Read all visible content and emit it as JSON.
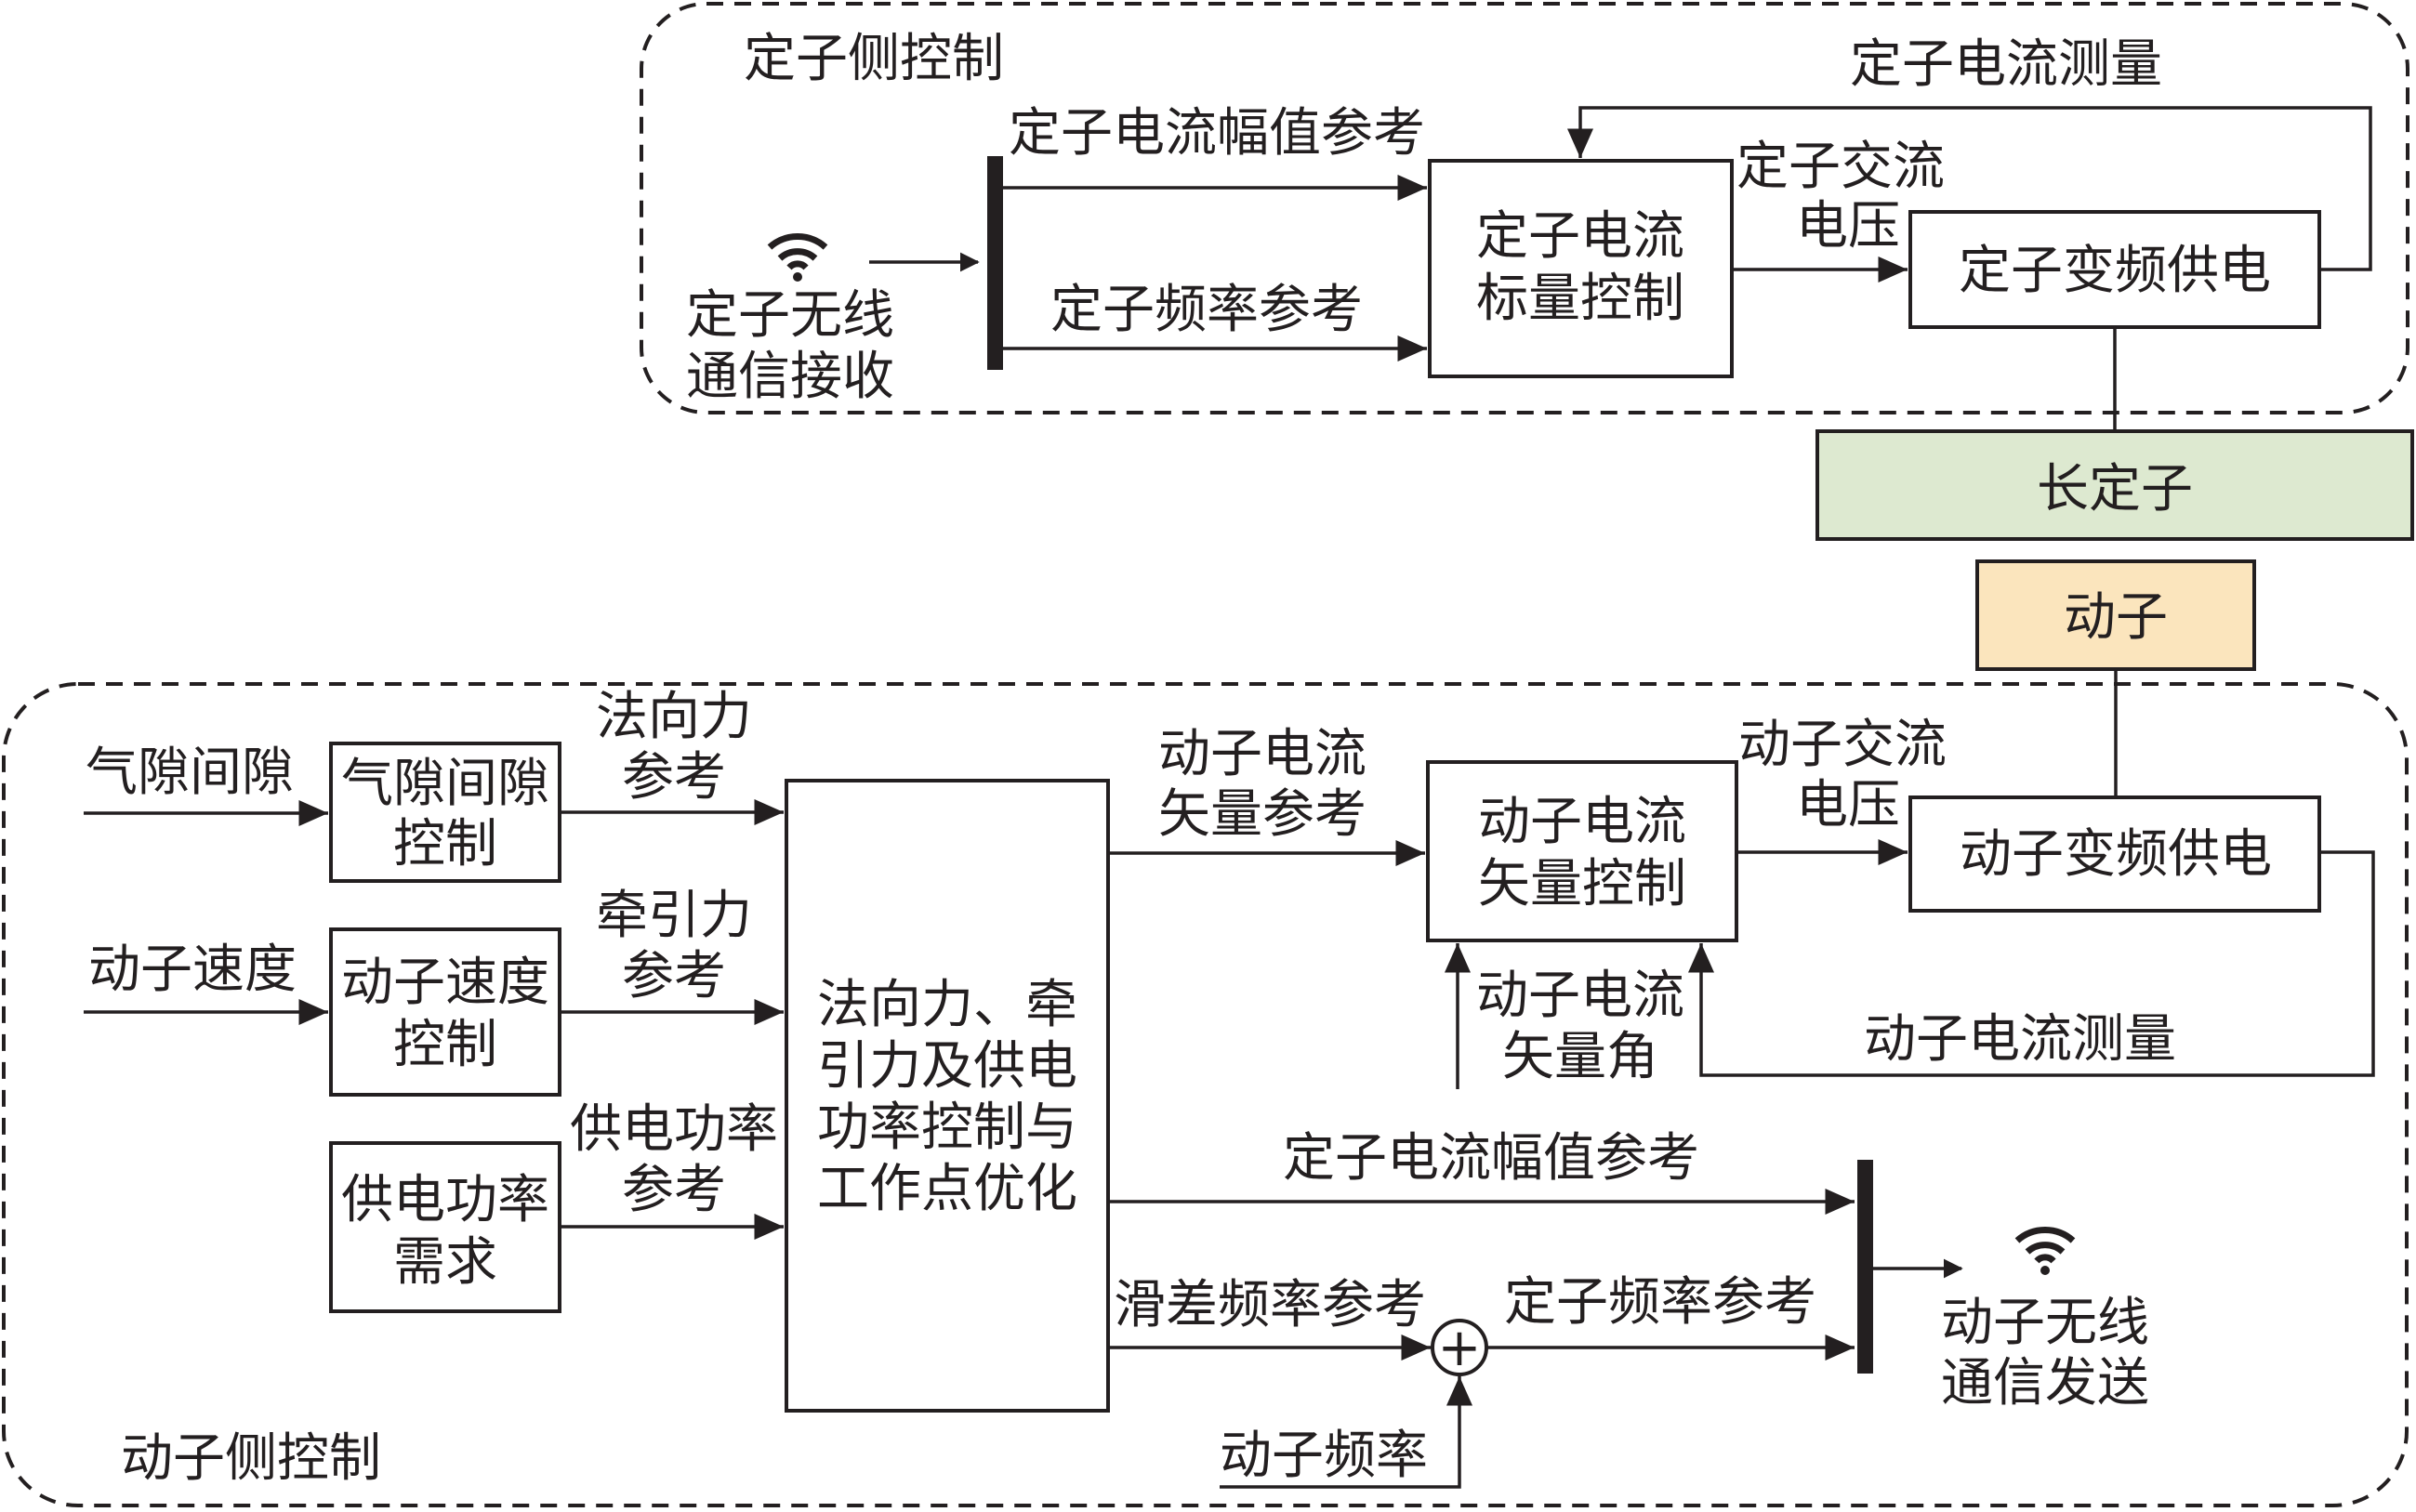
{
  "colors": {
    "long_stator_fill": "#dde9d0",
    "mover_fill": "#fbe5bd",
    "ink": "#231f20"
  },
  "icons": {
    "wireless": "wifi-icon"
  },
  "stator_side": {
    "region_label": "定子侧控制",
    "wireless_rx": [
      "定子无线",
      "通信接收"
    ],
    "amp_ref": "定子电流幅值参考",
    "freq_ref": "定子频率参考",
    "current_ctrl": [
      "定子电流",
      "标量控制"
    ],
    "ac_voltage": [
      "定子交流",
      "电压"
    ],
    "vf_supply": "定子变频供电",
    "current_meas": "定子电流测量"
  },
  "long_stator": "长定子",
  "mover": "动子",
  "mover_side": {
    "region_label": "动子侧控制",
    "gap_in": "气隙间隙",
    "gap_ctrl": [
      "气隙间隙",
      "控制"
    ],
    "normal_ref": [
      "法向力",
      "参考"
    ],
    "speed_in": "动子速度",
    "speed_ctrl": [
      "动子速度",
      "控制"
    ],
    "traction_ref": [
      "牵引力",
      "参考"
    ],
    "power_demand": [
      "供电功率",
      "需求"
    ],
    "power_ref": [
      "供电功率",
      "参考"
    ],
    "main_ctrl": [
      "法向力、牵",
      "引力及供电",
      "功率控制与",
      "工作点优化"
    ],
    "vector_ref": [
      "动子电流",
      "矢量参考"
    ],
    "vector_ctrl": [
      "动子电流",
      "矢量控制"
    ],
    "ac_voltage": [
      "动子交流",
      "电压"
    ],
    "vf_supply": "动子变频供电",
    "vector_angle": [
      "动子电流",
      "矢量角"
    ],
    "current_meas": "动子电流测量",
    "stator_amp_ref": "定子电流幅值参考",
    "slip_ref": "滑差频率参考",
    "stator_freq_ref": "定子频率参考",
    "mover_freq": "动子频率",
    "wireless_tx": [
      "动子无线",
      "通信发送"
    ],
    "sum_symbol": "+"
  }
}
